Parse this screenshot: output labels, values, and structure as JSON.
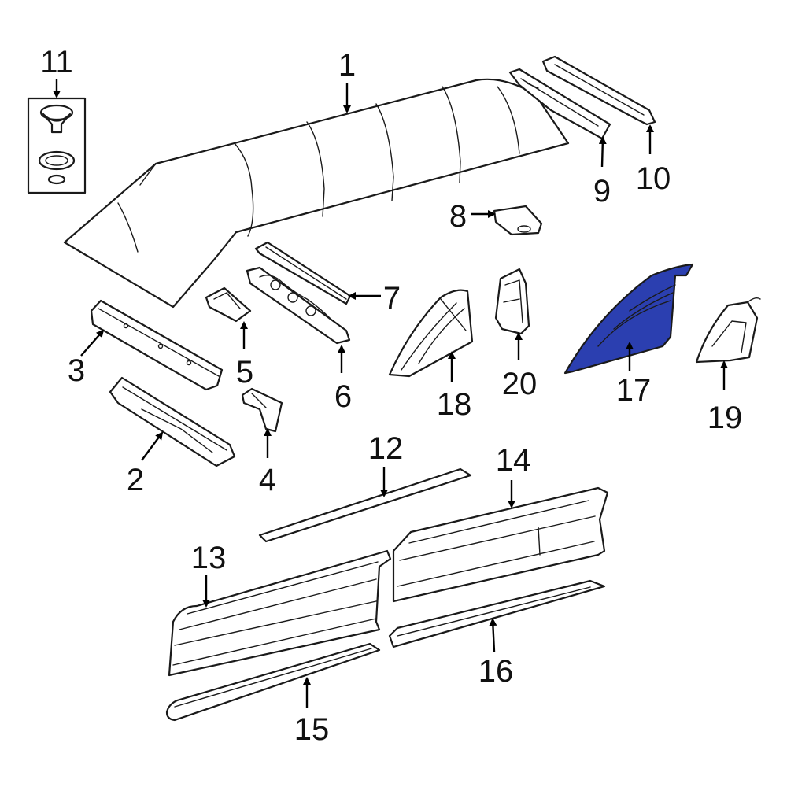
{
  "callouts": [
    "1",
    "2",
    "3",
    "4",
    "5",
    "6",
    "7",
    "8",
    "9",
    "10",
    "11",
    "12",
    "13",
    "14",
    "15",
    "16",
    "17",
    "18",
    "19",
    "20"
  ],
  "highlight_color": "#2b3fb0",
  "highlighted_part": "17"
}
